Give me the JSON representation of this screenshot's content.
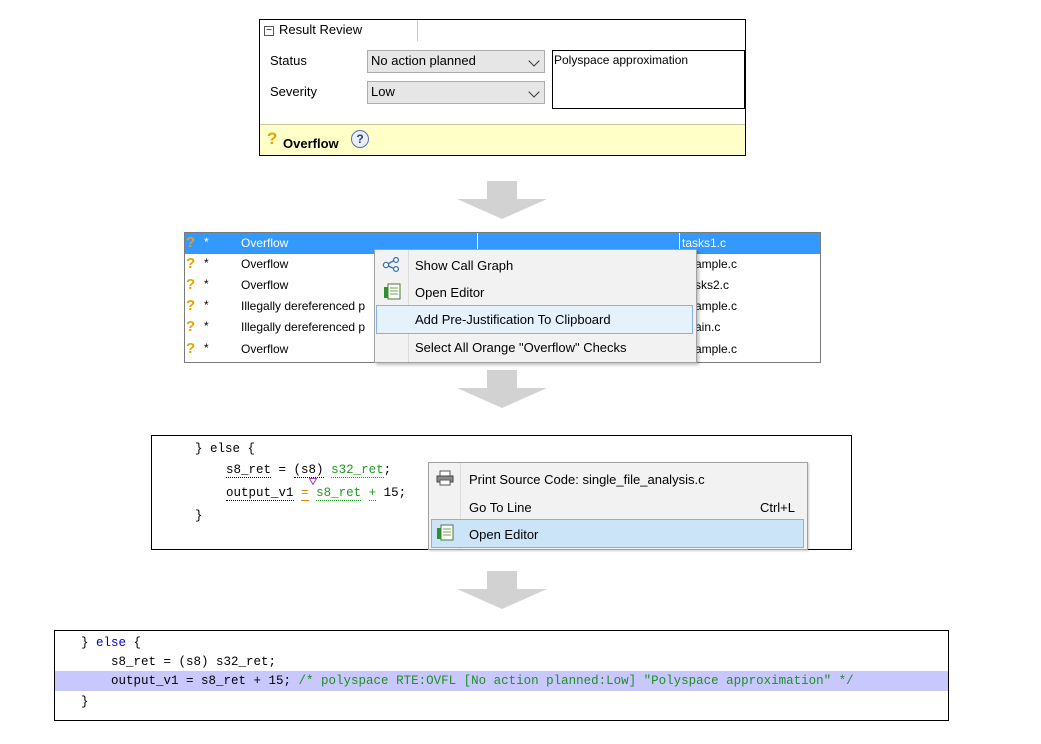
{
  "result_review": {
    "header": "Result Review",
    "toggle_glyph": "−",
    "status_label": "Status",
    "status_value": "No action planned",
    "severity_label": "Severity",
    "severity_value": "Low",
    "comment": "Polyspace approximation",
    "check_name": "Overflow",
    "check_icon": "?",
    "help_icon": "?"
  },
  "results_list": {
    "rows": [
      {
        "icon": "?",
        "star": "*",
        "check": "Overflow",
        "file": "tasks1.c",
        "selected": true
      },
      {
        "icon": "?",
        "star": "*",
        "check": "Overflow",
        "file": "ample.c"
      },
      {
        "icon": "?",
        "star": "*",
        "check": "Overflow",
        "file": "sks2.c"
      },
      {
        "icon": "?",
        "star": "*",
        "check": "Illegally dereferenced p",
        "file": "ample.c"
      },
      {
        "icon": "?",
        "star": "*",
        "check": "Illegally dereferenced p",
        "file": "ain.c"
      },
      {
        "icon": "?",
        "star": "*",
        "check": "Overflow",
        "file": "ample.c"
      }
    ],
    "context_menu": [
      {
        "label": "Show Call Graph",
        "icon": "call-graph-icon"
      },
      {
        "label": "Open Editor",
        "icon": "editor-icon"
      },
      {
        "label": "Add Pre-Justification To Clipboard",
        "highlighted": true
      },
      {
        "label": "Select All Orange \"Overflow\" Checks"
      }
    ]
  },
  "code_view": {
    "lines": [
      "} else {",
      "s8_ret = (s8) s32_ret;",
      "output_v1 = s8_ret + 15;",
      "}"
    ],
    "tok": {
      "l1_a": "s8_ret",
      "l1_b": " = ",
      "l1_c": "(s8)",
      "l1_d": " ",
      "l1_e": "s32_ret",
      "l1_f": ";",
      "l2_a": "output_v1",
      "l2_b": " ",
      "l2_c": "=",
      "l2_d": " ",
      "l2_e": "s8_ret",
      "l2_f": " ",
      "l2_g": "+",
      "l2_h": " 15;"
    },
    "context_menu": [
      {
        "label": "Print Source Code: single_file_analysis.c",
        "icon": "printer-icon",
        "shortcut": ""
      },
      {
        "label": "Go To Line",
        "shortcut": "Ctrl+L"
      },
      {
        "label": "Open Editor",
        "icon": "editor-icon",
        "highlighted": true
      }
    ]
  },
  "annotated_code": {
    "line1_brace": "} ",
    "line1_kw": "else",
    "line1_rest": " {",
    "line2": "    s8_ret = (s8) s32_ret;",
    "line3_code": "    output_v1 = s8_ret + 15; ",
    "line3_comment": "/* polyspace RTE:OVFL [No action planned:Low] \"Polyspace approximation\" */",
    "line4": "}"
  },
  "colors": {
    "selection": "#3399ff",
    "overflow_banner": "#ffffc8",
    "highlight_row": "#c8c8ff",
    "comment_green": "#1f8f1f",
    "orange_check": "#e8a200"
  }
}
